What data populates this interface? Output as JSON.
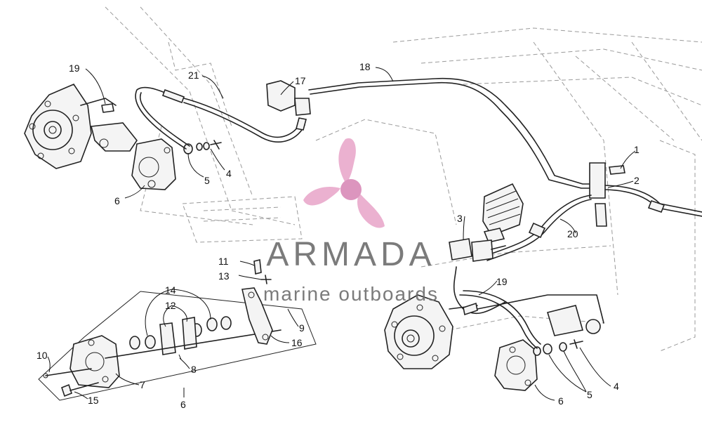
{
  "callouts": {
    "c1": "1",
    "c2": "2",
    "c3": "3",
    "c4a": "4",
    "c4b": "4",
    "c5a": "5",
    "c5b": "5",
    "c6a": "6",
    "c6b": "6",
    "c6c": "6",
    "c7": "7",
    "c8": "8",
    "c9": "9",
    "c10": "10",
    "c11": "11",
    "c12": "12",
    "c13": "13",
    "c14": "14",
    "c15": "15",
    "c16": "16",
    "c17": "17",
    "c18": "18",
    "c19a": "19",
    "c19b": "19",
    "c20": "20",
    "c21": "21"
  },
  "watermark": {
    "brand": "ARMADA",
    "tagline": "marine outboards",
    "colors": {
      "logo": "#e9a9cb",
      "logo_hub": "#d98ab8",
      "text": "#6d6d6d"
    }
  },
  "icons": {
    "logo": "propeller-logo-icon"
  }
}
